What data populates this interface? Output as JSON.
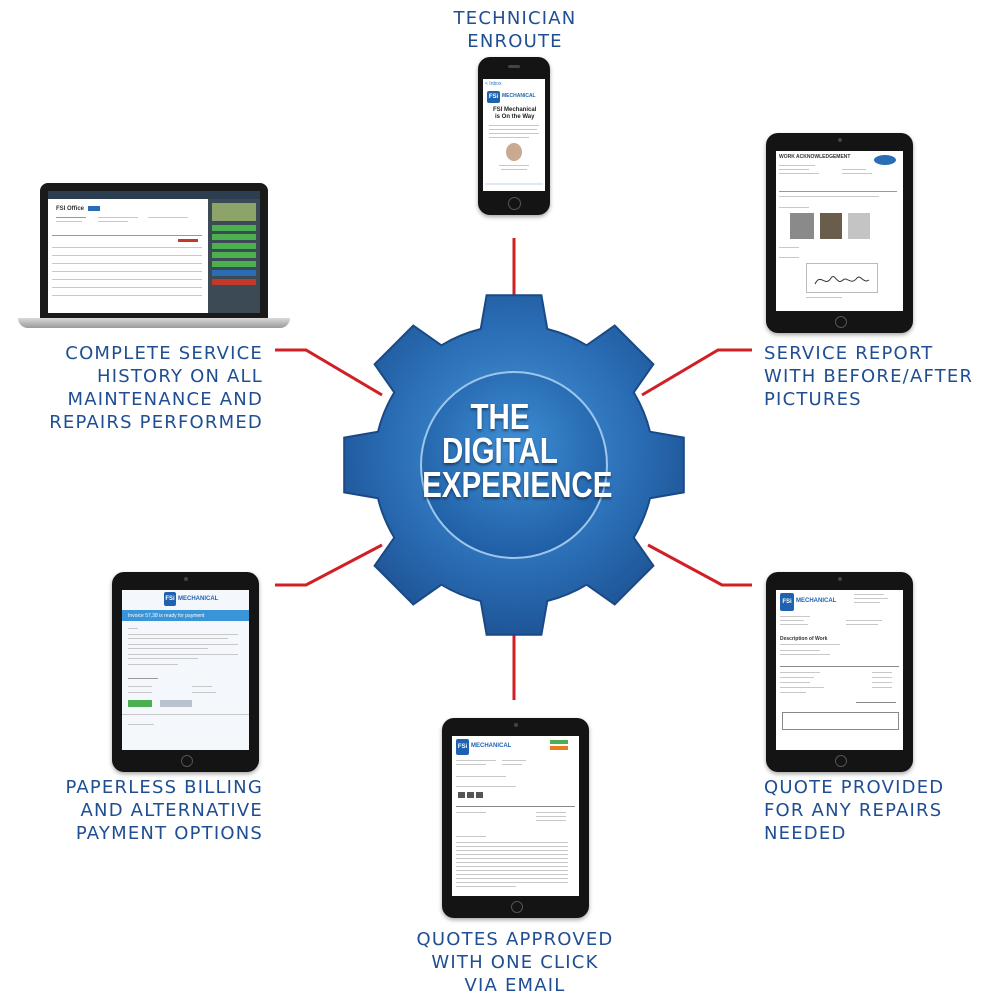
{
  "diagram": {
    "center_title": [
      "THE",
      "DIGITAL",
      "EXPERIENCE"
    ],
    "colors": {
      "caption": "#1f4e93",
      "connector": "#d11f26",
      "gear_dark": "#1c4f8f",
      "gear_light": "#3d8ad0"
    },
    "nodes": [
      {
        "id": "technician-enroute",
        "caption": "TECHNICIAN\nENROUTE",
        "device": "phone"
      },
      {
        "id": "service-report",
        "caption": "SERVICE REPORT\nWITH BEFORE/AFTER\nPICTURES",
        "device": "tablet"
      },
      {
        "id": "quote-provided",
        "caption": "QUOTE PROVIDED\nFOR ANY REPAIRS\nNEEDED",
        "device": "tablet"
      },
      {
        "id": "quotes-approved",
        "caption": "QUOTES APPROVED\nWITH ONE CLICK\nVIA EMAIL",
        "device": "tablet"
      },
      {
        "id": "paperless-billing",
        "caption": "PAPERLESS BILLING\nAND ALTERNATIVE\nPAYMENT OPTIONS",
        "device": "tablet"
      },
      {
        "id": "service-history",
        "caption": "COMPLETE SERVICE\nHISTORY ON ALL\nMAINTENANCE AND\nREPAIRS PERFORMED",
        "device": "laptop"
      }
    ]
  },
  "screens": {
    "phone": {
      "back": "< Inbox",
      "logo": "FSi",
      "brand": "MECHANICAL",
      "headline": [
        "FSI Mechanical",
        "is On the Way"
      ]
    },
    "service_report": {
      "heading": "WORK ACKNOWLEDGEMENT"
    },
    "quote": {
      "brand": "MECHANICAL",
      "logo": "FSi",
      "heading": "Description of Work"
    },
    "approved": {
      "brand": "MECHANICAL",
      "logo": "FSi"
    },
    "billing": {
      "brand": "MECHANICAL",
      "logo": "FSi",
      "banner": "Invoice 57,38 is ready for payment"
    },
    "laptop": {
      "title": "FSI Office"
    }
  }
}
